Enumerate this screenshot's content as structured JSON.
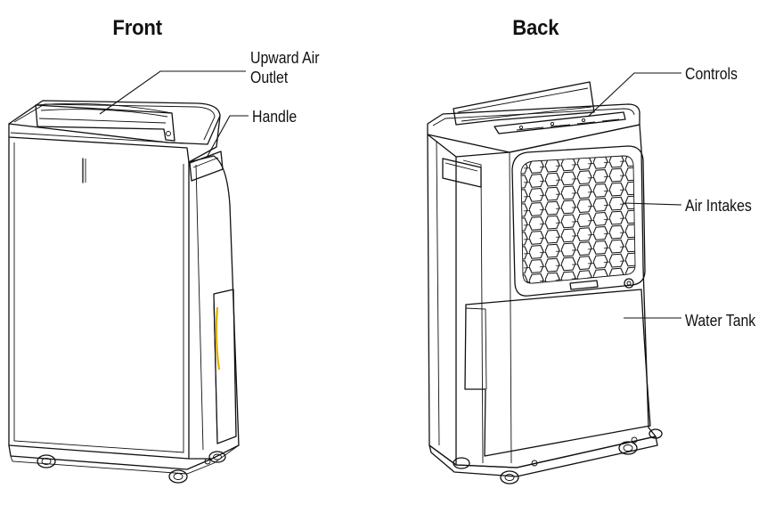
{
  "front": {
    "title": "Front",
    "labels": {
      "upward_air_outlet_line1": "Upward Air",
      "upward_air_outlet_line2": "Outlet",
      "handle": "Handle"
    }
  },
  "back": {
    "title": "Back",
    "labels": {
      "controls": "Controls",
      "air_intakes": "Air Intakes",
      "water_tank": "Water Tank"
    }
  },
  "colors": {
    "line": "#111111",
    "background": "#ffffff",
    "accent_strip": "#e0b100"
  }
}
